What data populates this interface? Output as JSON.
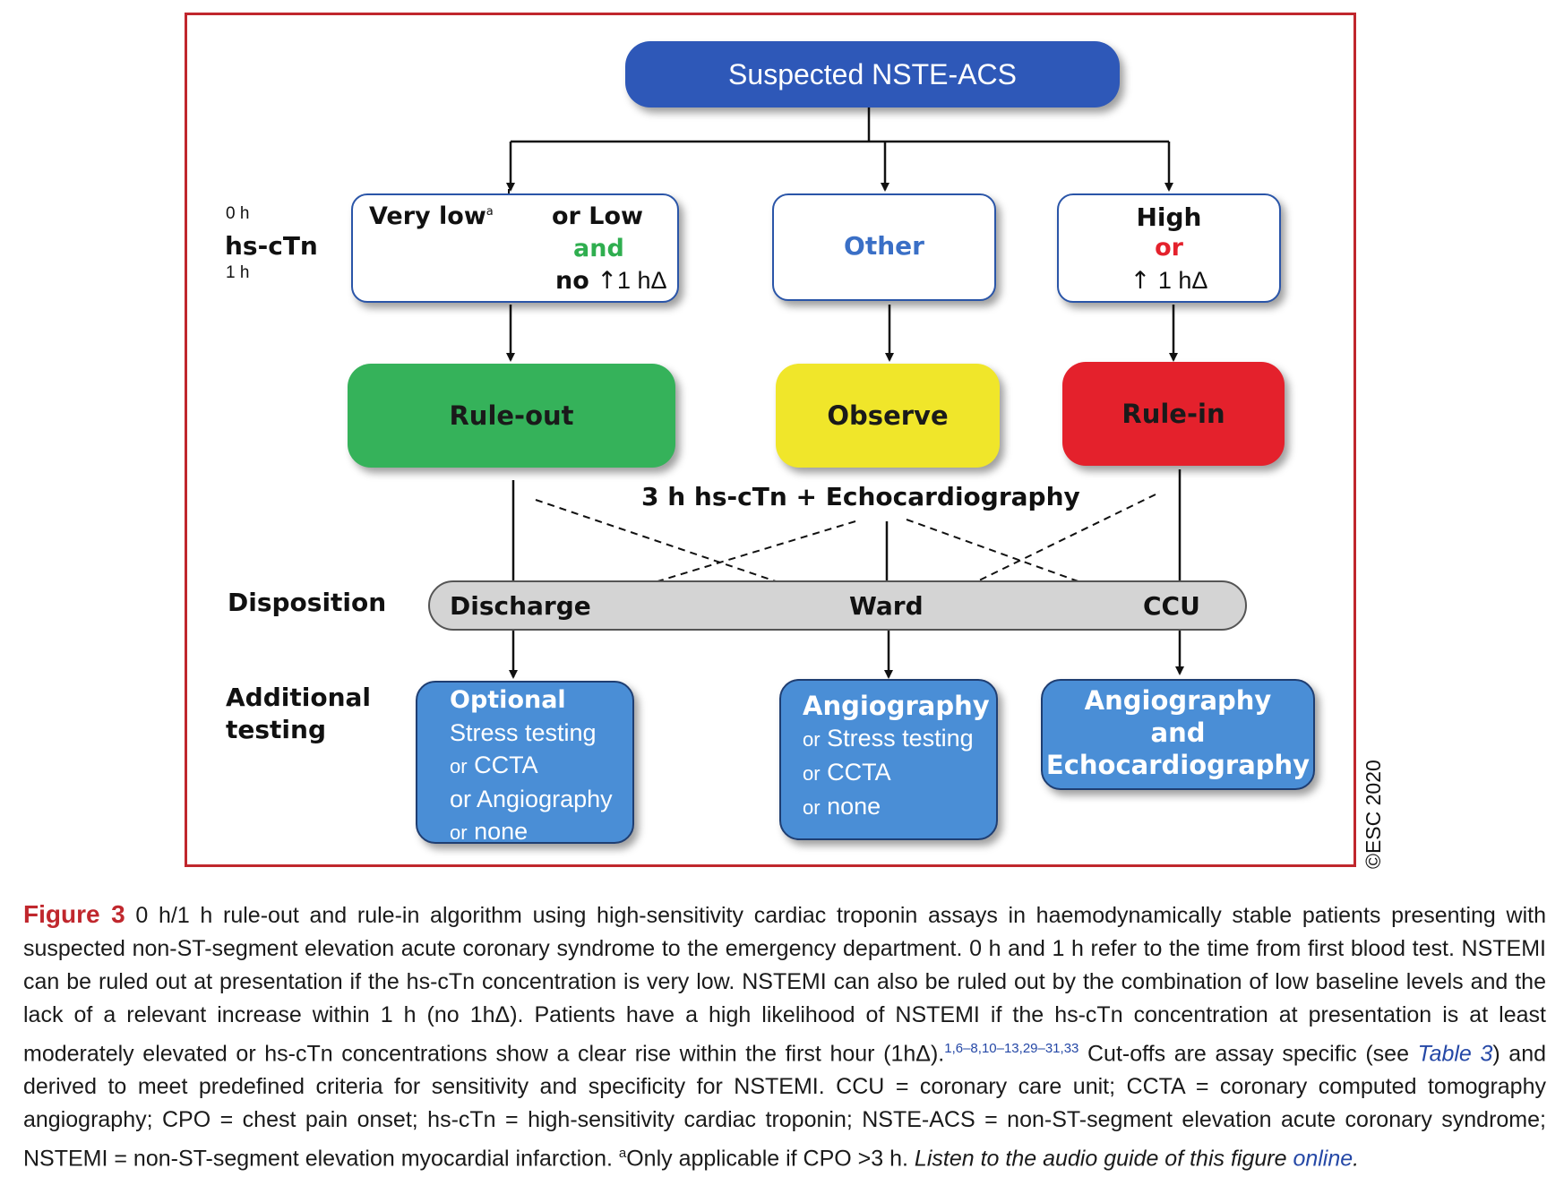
{
  "diagram": {
    "top_node": "Suspected NSTE-ACS",
    "time_labels": {
      "t0": "0 h",
      "assay": "hs-cTn",
      "t1": "1 h"
    },
    "very_low_box": {
      "very_low": "Very low",
      "very_low_sup": "a",
      "or_low": "or Low",
      "and": "and",
      "no": "no",
      "delta": "1 hΔ",
      "delta_arrow": "↑"
    },
    "other_box": {
      "text": "Other"
    },
    "high_box": {
      "high": "High",
      "or": "or",
      "delta": "1 hΔ",
      "delta_arrow": "↑"
    },
    "rule_out": "Rule-out",
    "observe": "Observe",
    "rule_in": "Rule-in",
    "middle_note": "3 h hs-cTn + Echocardiography",
    "disposition_label": "Disposition",
    "disposition": {
      "discharge": "Discharge",
      "ward": "Ward",
      "ccu": "CCU"
    },
    "additional_label_1": "Additional",
    "additional_label_2": "testing",
    "discharge_tests": {
      "header": "Optional",
      "line1": "Stress testing",
      "line2_or": "or",
      "line2": "CCTA",
      "line3": "or Angiography",
      "line4_or": "or",
      "line4": "none"
    },
    "ward_tests": {
      "header": "Angiography",
      "line1_or": "or",
      "line1": "Stress testing",
      "line2_or": "or",
      "line2": "CCTA",
      "line3_or": "or",
      "line3": "none"
    },
    "ccu_tests": {
      "line1": "Angiography",
      "line2": "and",
      "line3": "Echocardiography"
    },
    "copyright": "©ESC 2020",
    "colors": {
      "frame": "#c0272d",
      "top_node": "#2e58b8",
      "rule_out": "#35b25a",
      "observe": "#f0e62a",
      "rule_in": "#e4212c",
      "tests": "#4a8ed6",
      "and_text": "#2fae4f",
      "other_text": "#3a6fc6",
      "or_text": "#e4212c",
      "disposition_bar": "#d4d4d4"
    }
  },
  "caption": {
    "figure_label": "Figure 3",
    "text1": " 0 h/1 h rule-out and rule-in algorithm using high-sensitivity cardiac troponin assays in haemodynamically stable patients presenting with suspected non-ST-segment elevation acute coronary syndrome to the emergency department. 0 h and 1 h refer to the time from first blood test. NSTEMI can be ruled out at presentation if the hs-cTn concentration is very low. NSTEMI can also be ruled out by the combination of low baseline levels and the lack of a relevant increase within 1 h (no 1hΔ). Patients have a high likelihood of NSTEMI if the hs-cTn concentration at presentation is at least moderately elevated or hs-cTn concentrations show a clear rise within the first hour (1hΔ).",
    "refs": "1,6–8,10–13,29–31,33",
    "text2": " Cut-offs are assay specific (see ",
    "table_ref": "Table 3",
    "text3": ") and derived to meet predefined criteria for sensitivity and specificity for NSTEMI. CCU = coronary care unit; CCTA = coronary computed tomography angiography; CPO = chest pain onset; hs-cTn = high-sensitivity cardiac troponin; NSTE-ACS = non-ST-segment elevation acute coronary syndrome; NSTEMI = non-ST-segment elevation myocardial infarction. ",
    "footnote_mark": "a",
    "footnote": "Only applicable if CPO >3 h. ",
    "audio": "Listen to the audio guide of this figure ",
    "online": "online",
    "period": "."
  }
}
